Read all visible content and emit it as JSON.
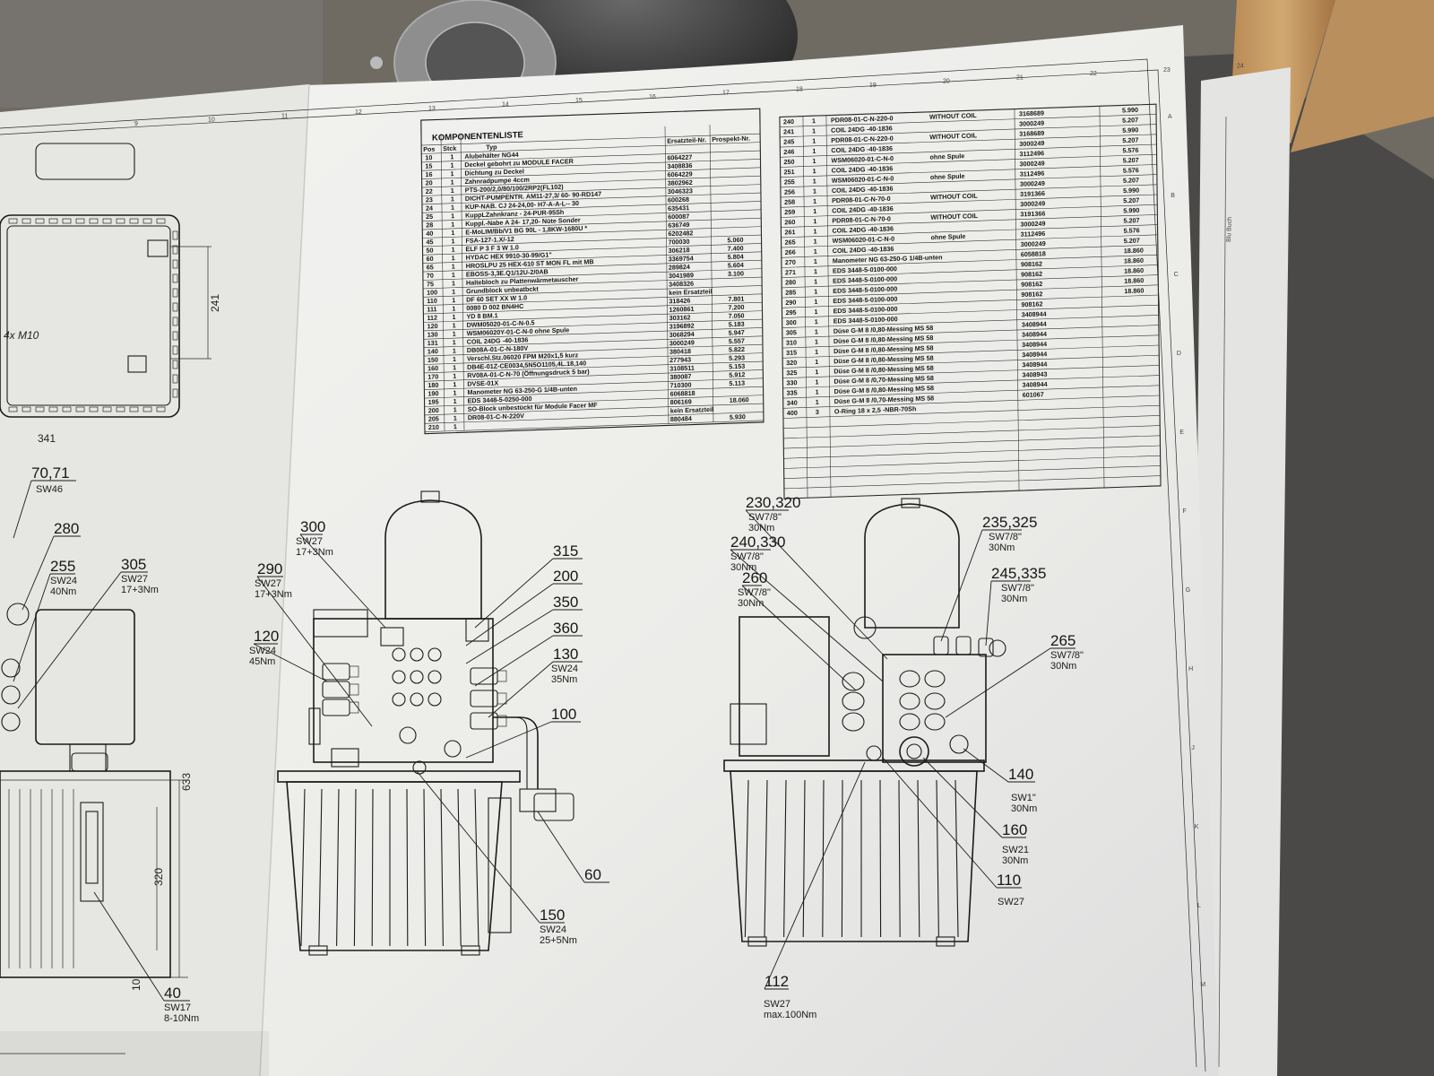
{
  "title": "KOMPONENTENLISTE",
  "headers": [
    "Pos",
    "Stck",
    "Typ",
    "Ersatzteil-Nr.",
    "Prospekt-Nr."
  ],
  "left_rows": [
    [
      "10",
      "1",
      "Alubehälter NG44",
      "",
      ""
    ],
    [
      "15",
      "1",
      "Deckel gebohrt zu MODULE FACER",
      "6064227",
      ""
    ],
    [
      "16",
      "1",
      "Dichtung zu Deckel",
      "3408836",
      ""
    ],
    [
      "20",
      "1",
      "Zahnradpumpe 4ccm",
      "6064229",
      ""
    ],
    [
      "22",
      "1",
      "PTS-200/2,0/80/100/2RP2(FL102)",
      "3802962",
      ""
    ],
    [
      "23",
      "1",
      "DICHT-PUMPENTR. AM11-27,3/ 60- 90-RD147",
      "3046323",
      ""
    ],
    [
      "24",
      "1",
      "KUP-NAB. CJ 24-24,00- H7-A-A-L-- 30",
      "600268",
      ""
    ],
    [
      "25",
      "1",
      "KuppLZahnkranz - 24-PUR-95Sh",
      "635431",
      ""
    ],
    [
      "28",
      "1",
      "Kuppl.-Nabe A 24- 17,20- Nüte Sonder",
      "600087",
      ""
    ],
    [
      "40",
      "1",
      "E-MoLIM/Bb/V1 BG 90L - 1,8KW-1680U *",
      "636749",
      ""
    ],
    [
      "45",
      "1",
      "FSA-127-1.X/-12",
      "6202482",
      ""
    ],
    [
      "50",
      "1",
      "ELF P 3 F 3 W 1.0",
      "700030",
      "5.060"
    ],
    [
      "60",
      "1",
      "HYDAC HEX 9910-30-99/G1\"",
      "306218",
      "7.400"
    ],
    [
      "65",
      "1",
      "HROSLPU 25 HEX-610 ST MON FL mit MB",
      "3369754",
      "5.804"
    ],
    [
      "70",
      "1",
      "EBOSS-3,3E.Q1/12U-2/0AB",
      "289824",
      "5.604"
    ],
    [
      "75",
      "1",
      "Haltebloch zu Plattenwärmetauscher",
      "3041989",
      "3.100"
    ],
    [
      "100",
      "1",
      "Grundblock unbeatbckt",
      "3408326",
      ""
    ],
    [
      "110",
      "1",
      "DF 60 SET XX W 1.0",
      "kein Ersatzteil",
      ""
    ],
    [
      "111",
      "1",
      "0080 D 002 BN4HC",
      "318426",
      "7.801"
    ],
    [
      "112",
      "1",
      "YD 8 BM.1",
      "1260861",
      "7.200"
    ],
    [
      "120",
      "1",
      "DWM05020-01-C-N-0.5",
      "303162",
      "7.050"
    ],
    [
      "130",
      "1",
      "WSM06020Y-01-C-N-0 ohne Spule",
      "3196892",
      "5.183"
    ],
    [
      "131",
      "1",
      "COIL 24DG -40-1836",
      "3068294",
      "5.947"
    ],
    [
      "140",
      "1",
      "DB08A-01-C-N-180V",
      "3000249",
      "5.557"
    ],
    [
      "150",
      "1",
      "Verschl.Stz.06020 FPM M20x1,5 kurz",
      "380418",
      "5.822"
    ],
    [
      "160",
      "1",
      "DB4E-01Z-CE0034,5N5O1105,4L.18,140",
      "277943",
      "5.293"
    ],
    [
      "170",
      "1",
      "RV08A-01-C-N-70 (Öffnungsdruck 5 bar)",
      "3108511",
      "5.153"
    ],
    [
      "180",
      "1",
      "DVSE-01X",
      "380087",
      "5.912"
    ],
    [
      "190",
      "1",
      "Manometer NG 63-250-G 1/4B-unten",
      "710300",
      "5.113"
    ],
    [
      "195",
      "1",
      "EDS 3448-5-0250-000",
      "6068818",
      ""
    ],
    [
      "200",
      "1",
      "SO-Block unbestückt für Module Facer MF",
      "806169",
      "18.060"
    ],
    [
      "205",
      "1",
      "DR08-01-C-N-220V",
      "kein Ersatzteil",
      ""
    ],
    [
      "210",
      "1",
      "",
      "880484",
      "5.930"
    ]
  ],
  "right_rows": [
    [
      "240",
      "1",
      "PDR08-01-C-N-220-0",
      "WITHOUT COIL",
      "3168689",
      "5.990"
    ],
    [
      "241",
      "1",
      "COIL 24DG -40-1836",
      "",
      "3000249",
      "5.207"
    ],
    [
      "245",
      "1",
      "PDR08-01-C-N-220-0",
      "WITHOUT COIL",
      "3168689",
      "5.990"
    ],
    [
      "246",
      "1",
      "COIL 24DG -40-1836",
      "",
      "3000249",
      "5.207"
    ],
    [
      "250",
      "1",
      "WSM06020-01-C-N-0",
      "ohne Spule",
      "3112496",
      "5.576"
    ],
    [
      "251",
      "1",
      "COIL 24DG -40-1836",
      "",
      "3000249",
      "5.207"
    ],
    [
      "255",
      "1",
      "WSM06020-01-C-N-0",
      "ohne Spule",
      "3112496",
      "5.576"
    ],
    [
      "256",
      "1",
      "COIL 24DG -40-1836",
      "",
      "3000249",
      "5.207"
    ],
    [
      "258",
      "1",
      "PDR08-01-C-N-70-0",
      "WITHOUT COIL",
      "3191366",
      "5.990"
    ],
    [
      "259",
      "1",
      "COIL 24DG -40-1836",
      "",
      "3000249",
      "5.207"
    ],
    [
      "260",
      "1",
      "PDR08-01-C-N-70-0",
      "WITHOUT COIL",
      "3191366",
      "5.990"
    ],
    [
      "261",
      "1",
      "COIL 24DG -40-1836",
      "",
      "3000249",
      "5.207"
    ],
    [
      "265",
      "1",
      "WSM06020-01-C-N-0",
      "ohne Spule",
      "3112496",
      "5.576"
    ],
    [
      "266",
      "1",
      "COIL 24DG -40-1836",
      "",
      "3000249",
      "5.207"
    ],
    [
      "270",
      "1",
      "Manometer NG 63-250-G 1/4B-unten",
      "",
      "6058818",
      "18.860"
    ],
    [
      "271",
      "1",
      "EDS 3448-5-0100-000",
      "",
      "908162",
      "18.860"
    ],
    [
      "280",
      "1",
      "EDS 3448-5-0100-000",
      "",
      "908162",
      "18.860"
    ],
    [
      "285",
      "1",
      "EDS 3448-5-0100-000",
      "",
      "908162",
      "18.860"
    ],
    [
      "290",
      "1",
      "EDS 3448-5-0100-000",
      "",
      "908162",
      "18.860"
    ],
    [
      "295",
      "1",
      "EDS 3448-5-0100-000",
      "",
      "908162",
      ""
    ],
    [
      "300",
      "1",
      "EDS 3448-5-0100-000",
      "",
      "3408944",
      ""
    ],
    [
      "305",
      "1",
      "Düse G-M 8 /0,80-Messing MS 58",
      "",
      "3408944",
      ""
    ],
    [
      "310",
      "1",
      "Düse G-M 8 /0,80-Messing MS 58",
      "",
      "3408944",
      ""
    ],
    [
      "315",
      "1",
      "Düse G-M 8 /0,80-Messing MS 58",
      "",
      "3408944",
      ""
    ],
    [
      "320",
      "1",
      "Düse G-M 8 /0,80-Messing MS 58",
      "",
      "3408944",
      ""
    ],
    [
      "325",
      "1",
      "Düse G-M 8 /0,80-Messing MS 58",
      "",
      "3408944",
      ""
    ],
    [
      "330",
      "1",
      "Düse G-M 8 /0,70-Messing MS 58",
      "",
      "3408943",
      ""
    ],
    [
      "335",
      "1",
      "Düse G-M 8 /0,80-Messing MS 58",
      "",
      "3408944",
      ""
    ],
    [
      "340",
      "1",
      "Düse G-M 8 /0,70-Messing MS 58",
      "",
      "601067",
      ""
    ],
    [
      "400",
      "3",
      "O-Ring 18 x 2,5 -NBR-70Sh",
      "",
      "",
      ""
    ]
  ],
  "callouts": {
    "c70": "70,71",
    "c70s": "SW46",
    "c280": "280",
    "c255": "255",
    "c255a": "SW24",
    "c255b": "40Nm",
    "c305": "305",
    "c305a": "SW27",
    "c305b": "17+3Nm",
    "c300": "300",
    "c300a": "SW27",
    "c300b": "17+3Nm",
    "c290": "290",
    "c290a": "SW27",
    "c290b": "17+3Nm",
    "c120": "120",
    "c120a": "SW24",
    "c120b": "45Nm",
    "c315": "315",
    "c200": "200",
    "c350": "350",
    "c360": "360",
    "c130": "130",
    "c130a": "SW24",
    "c130b": "35Nm",
    "c100": "100",
    "c60": "60",
    "c150": "150",
    "c150a": "SW24",
    "c150b": "25+5Nm",
    "c40": "40",
    "c40a": "SW17",
    "c40b": "8-10Nm",
    "c230": "230,320",
    "c230a": "SW7/8\"",
    "c230b": "30Nm",
    "c240": "240,330",
    "c240a": "SW7/8\"",
    "c240b": "30Nm",
    "c260": "260",
    "c260a": "SW7/8\"",
    "c260b": "30Nm",
    "c235": "235,325",
    "c235a": "SW7/8\"",
    "c235b": "30Nm",
    "c245": "245,335",
    "c245a": "SW7/8\"",
    "c245b": "30Nm",
    "c265": "265",
    "c265a": "SW7/8\"",
    "c265b": "30Nm",
    "c140": "140",
    "c140a": "SW1\"",
    "c140b": "30Nm",
    "c160": "160",
    "c160a": "SW21",
    "c160b": "30Nm",
    "c110": "110",
    "c110a": "SW27",
    "c112": "112",
    "c112a": "SW27",
    "c112b": "max.100Nm"
  },
  "dims": {
    "d241": "241",
    "d341": "341",
    "dm10": "4x M10",
    "d633": "633",
    "d320": "320",
    "d10": "10"
  },
  "ruler_top": [
    "9",
    "10",
    "11",
    "12",
    "13",
    "14",
    "15",
    "16",
    "17",
    "18",
    "19",
    "20",
    "21",
    "22",
    "23",
    "24"
  ],
  "ruler_right": [
    "A",
    "B",
    "C",
    "D",
    "E",
    "F",
    "G",
    "H",
    "J",
    "K",
    "L",
    "M"
  ]
}
